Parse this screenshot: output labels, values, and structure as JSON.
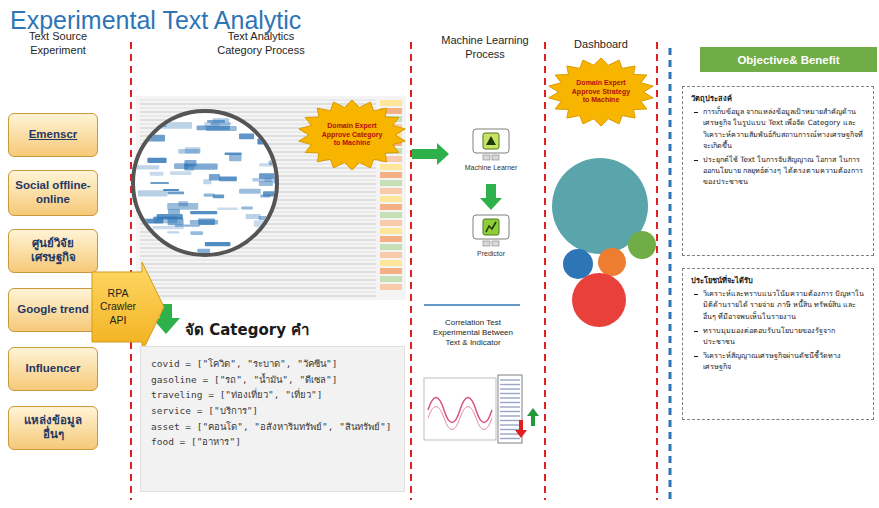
{
  "diagram": {
    "title": "Experimental Text Analytic",
    "nodes": [
      {
        "text": [
          "Emenscr"
        ]
      },
      {
        "text": [
          "Social offline-online"
        ]
      },
      {
        "text": [
          "ศูนย์วิจัยเศรษฐกิจ"
        ]
      },
      {
        "text": [
          "Google trend"
        ]
      },
      {
        "text": [
          "Influencer"
        ]
      },
      {
        "text": [
          "แหล่งข้อมูลอื่นๆ"
        ]
      },
      {
        "text": [
          "RPA Crawler API"
        ]
      },
      {
        "text": [
          "Domain Expert Approve Category to Machine"
        ]
      },
      {
        "text": [
          "จัด Category คำ",
          "covid = [\"โควิด\", \"ระบาด\", \"วัคซีน\"]",
          "gasoline = [\"รถ\", \"น้ำมัน\", \"ดีเซล\"]",
          "traveling = [\"ท่องเที่ยว\", \"เที่ยว\"]",
          "service = [\"บริการ\"]",
          "asset = [\"คอนโด\", \"อสังหาริมทรัพย์\", \"สินทรัพย์\"]",
          "food = [\"อาหาร\"]"
        ]
      },
      {
        "text": [
          "Machine Learner"
        ]
      },
      {
        "text": [
          "Predictor"
        ]
      },
      {
        "text": [
          "Domain Expert Approve Strategy to Machine"
        ]
      },
      {
        "text": [
          "Objective& Benefit"
        ]
      },
      {
        "text": [
          "วัตถุประสงค์",
          "การเก็บข้อมูล จากแหล่งข้อมูลเป้าหมายสำคัญด้านเศรษฐกิจ ในรูปแบบ Text เพื่อจัด Category และ วิเคราะห์ความสัมพันธ์กับสถานการณ์ทางเศรษฐกิจที่จะเกิดขึ้น",
          "ประยุกต์ใช้ Text ในการจับสัญญาณ โอกาส ในการออกนโยบาย กลยุทธ์ต่างๆ ได้ตรงตามความต้องการของประชาชน"
        ]
      },
      {
        "text": [
          "ประโยชน์ที่จะได้รับ",
          "วิเคราะห์และทราบแนวโน้มความต้องการ ปัญหาในมิติด้านรายได้ รายจ่าย ภาษี หนี้สิน ทรัพย์สิน และอื่นๆ ที่มีอาจพบเห็นในรายงาน",
          "ทราบมุมมองต่อตอบรับนโยบายของรัฐจากประชาชน",
          "วิเคราะห์สัญญาณเศรษฐกิจผ่านดัชนีชี้วัดทางเศรษฐกิจ"
        ]
      }
    ],
    "edges": [
      {
        "from": 7,
        "to": 9,
        "arrow": "to"
      },
      {
        "from": 9,
        "to": 10,
        "arrow": "to"
      }
    ],
    "labels": [
      "Text Source Experiment",
      "Text Analytics Category Process",
      "Machine Learning Process",
      "Dashboard",
      "Correlation Test Experimental Between Text & Indicator"
    ]
  }
}
